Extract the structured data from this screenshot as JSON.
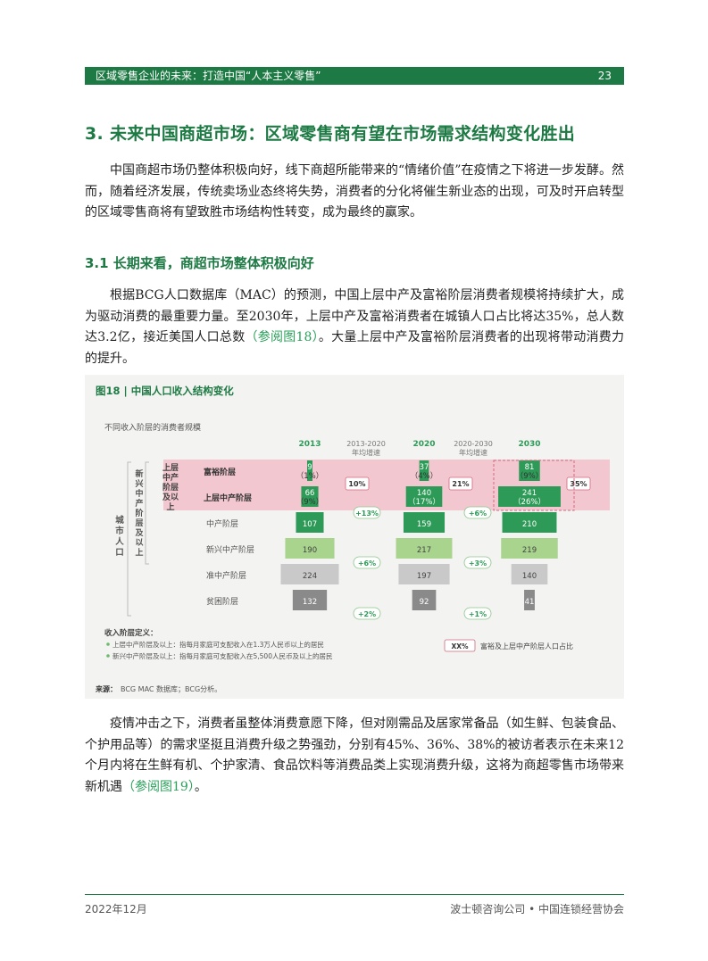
{
  "header": {
    "title": "区域零售企业的未来：打造中国“人本主义零售”",
    "page_number": "23"
  },
  "section_title": "3. 未来中国商超市场：区域零售商有望在市场需求结构变化胜出",
  "intro_paragraph": "中国商超市场仍整体积极向好，线下商超所能带来的“情绪价值”在疫情之下将进一步发酵。然而，随着经济发展，传统卖场业态终将失势，消费者的分化将催生新业态的出现，可及时开启转型的区域零售商将有望致胜市场结构性转变，成为最终的赢家。",
  "subsection_title": "3.1 长期来看，商超市场整体积极向好",
  "para2": {
    "text_before": "根据BCG人口数据库（MAC）的预测，中国上层中产及富裕阶层消费者规模将持续扩大，成为驱动消费的最重要力量。至2030年，上层中产及富裕消费者在城镇人口占比将达35%，总人数达3.2亿，接近美国人口总数",
    "ref": "（参阅图18）",
    "text_after": "。大量上层中产及富裕阶层消费者的出现将带动消费力的提升。"
  },
  "figure": {
    "title": "图18 | 中国人口收入结构变化",
    "subtitle": "不同收入阶层的消费者规模",
    "group_outer": "城市人口",
    "group_inner": "新兴中产阶层及以上",
    "group_top": "上层中产阶层及以上",
    "def_title": "收入阶层定义：",
    "def_items": [
      "上层中产阶层及以上：指每月家庭可支配收入在1.3万人民币以上的居民",
      "新兴中产阶层及以上：指每月家庭可支配收入在5,500人民币及以上的居民"
    ],
    "legend_box": "XX%",
    "legend_text": "富裕及上层中产阶层人口占比",
    "source_label": "来源：",
    "source_text": "BCG MAC 数据库；BCG分析。",
    "colors": {
      "green_dark": "#2e9a57",
      "green_mid": "#6cbd6a",
      "green_light": "#a9d48e",
      "grey": "#c9c9c9",
      "grey_dark": "#8a8a8a",
      "pink": "#f3c7cf",
      "accent": "#1e7a44"
    }
  },
  "chart_data": {
    "type": "table",
    "years": [
      "2013",
      "2020",
      "2030"
    ],
    "growth_headers": [
      "2013-2020\n年均增速",
      "2020-2030\n年均增速"
    ],
    "categories": [
      "富裕阶层",
      "上层中产阶层",
      "中产阶层",
      "新兴中产阶层",
      "准中产阶层",
      "贫困阶层"
    ],
    "series": [
      {
        "name": "2013",
        "values": [
          9,
          66,
          107,
          190,
          224,
          132
        ],
        "labels": [
          "9",
          "66",
          "107",
          "190",
          "224",
          "132"
        ],
        "pcts": [
          "（1%）",
          "（9%）"
        ]
      },
      {
        "name": "2020",
        "values": [
          37,
          140,
          159,
          217,
          197,
          92
        ],
        "labels": [
          "37",
          "140",
          "159",
          "217",
          "197",
          "92"
        ],
        "pcts": [
          "（4%）",
          "（17%）"
        ]
      },
      {
        "name": "2030",
        "values": [
          81,
          241,
          210,
          219,
          140,
          41
        ],
        "labels": [
          "81",
          "241",
          "210",
          "219",
          "140",
          "41"
        ],
        "pcts": [
          "（9%）",
          "（26%）"
        ]
      }
    ],
    "share_top": [
      "10%",
      "21%",
      "35%"
    ],
    "growth": [
      {
        "top": "+13%",
        "mid": "+6%",
        "bottom": "+2%"
      },
      {
        "top": "+6%",
        "mid": "+3%",
        "bottom": "+1%"
      }
    ]
  },
  "para3": {
    "text_before": "疫情冲击之下，消费者虽整体消费意愿下降，但对刚需品及居家常备品（如生鲜、包装食品、个护用品等）的需求坚挺且消费升级之势强劲，分别有45%、36%、38%的被访者表示在未来12个月内将在生鲜有机、个护家清、食品饮料等消费品类上实现消费升级，这将为商超零售市场带来新机遇",
    "ref": "（参阅图19）",
    "text_after": "。"
  },
  "footer": {
    "left": "2022年12月",
    "right": "波士顿咨询公司 • 中国连锁经营协会"
  }
}
